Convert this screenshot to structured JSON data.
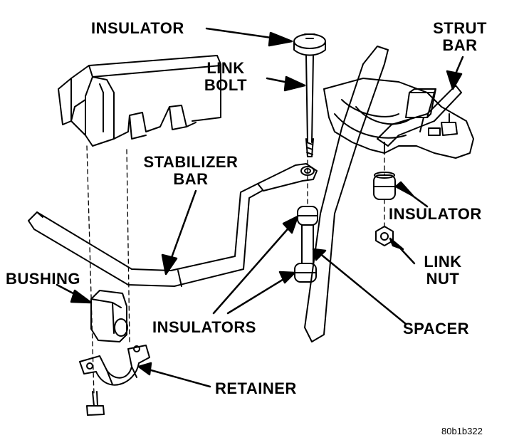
{
  "labels": {
    "insulator_top": "INSULATOR",
    "link_bolt_1": "LINK",
    "link_bolt_2": "BOLT",
    "strut_bar_1": "STRUT",
    "strut_bar_2": "BAR",
    "stabilizer_bar_1": "STABILIZER",
    "stabilizer_bar_2": "BAR",
    "insulator_right": "INSULATOR",
    "link_nut_1": "LINK",
    "link_nut_2": "NUT",
    "bushing": "BUSHING",
    "insulators": "INSULATORS",
    "spacer": "SPACER",
    "retainer": "RETAINER"
  },
  "figure_code": "80b1b322"
}
